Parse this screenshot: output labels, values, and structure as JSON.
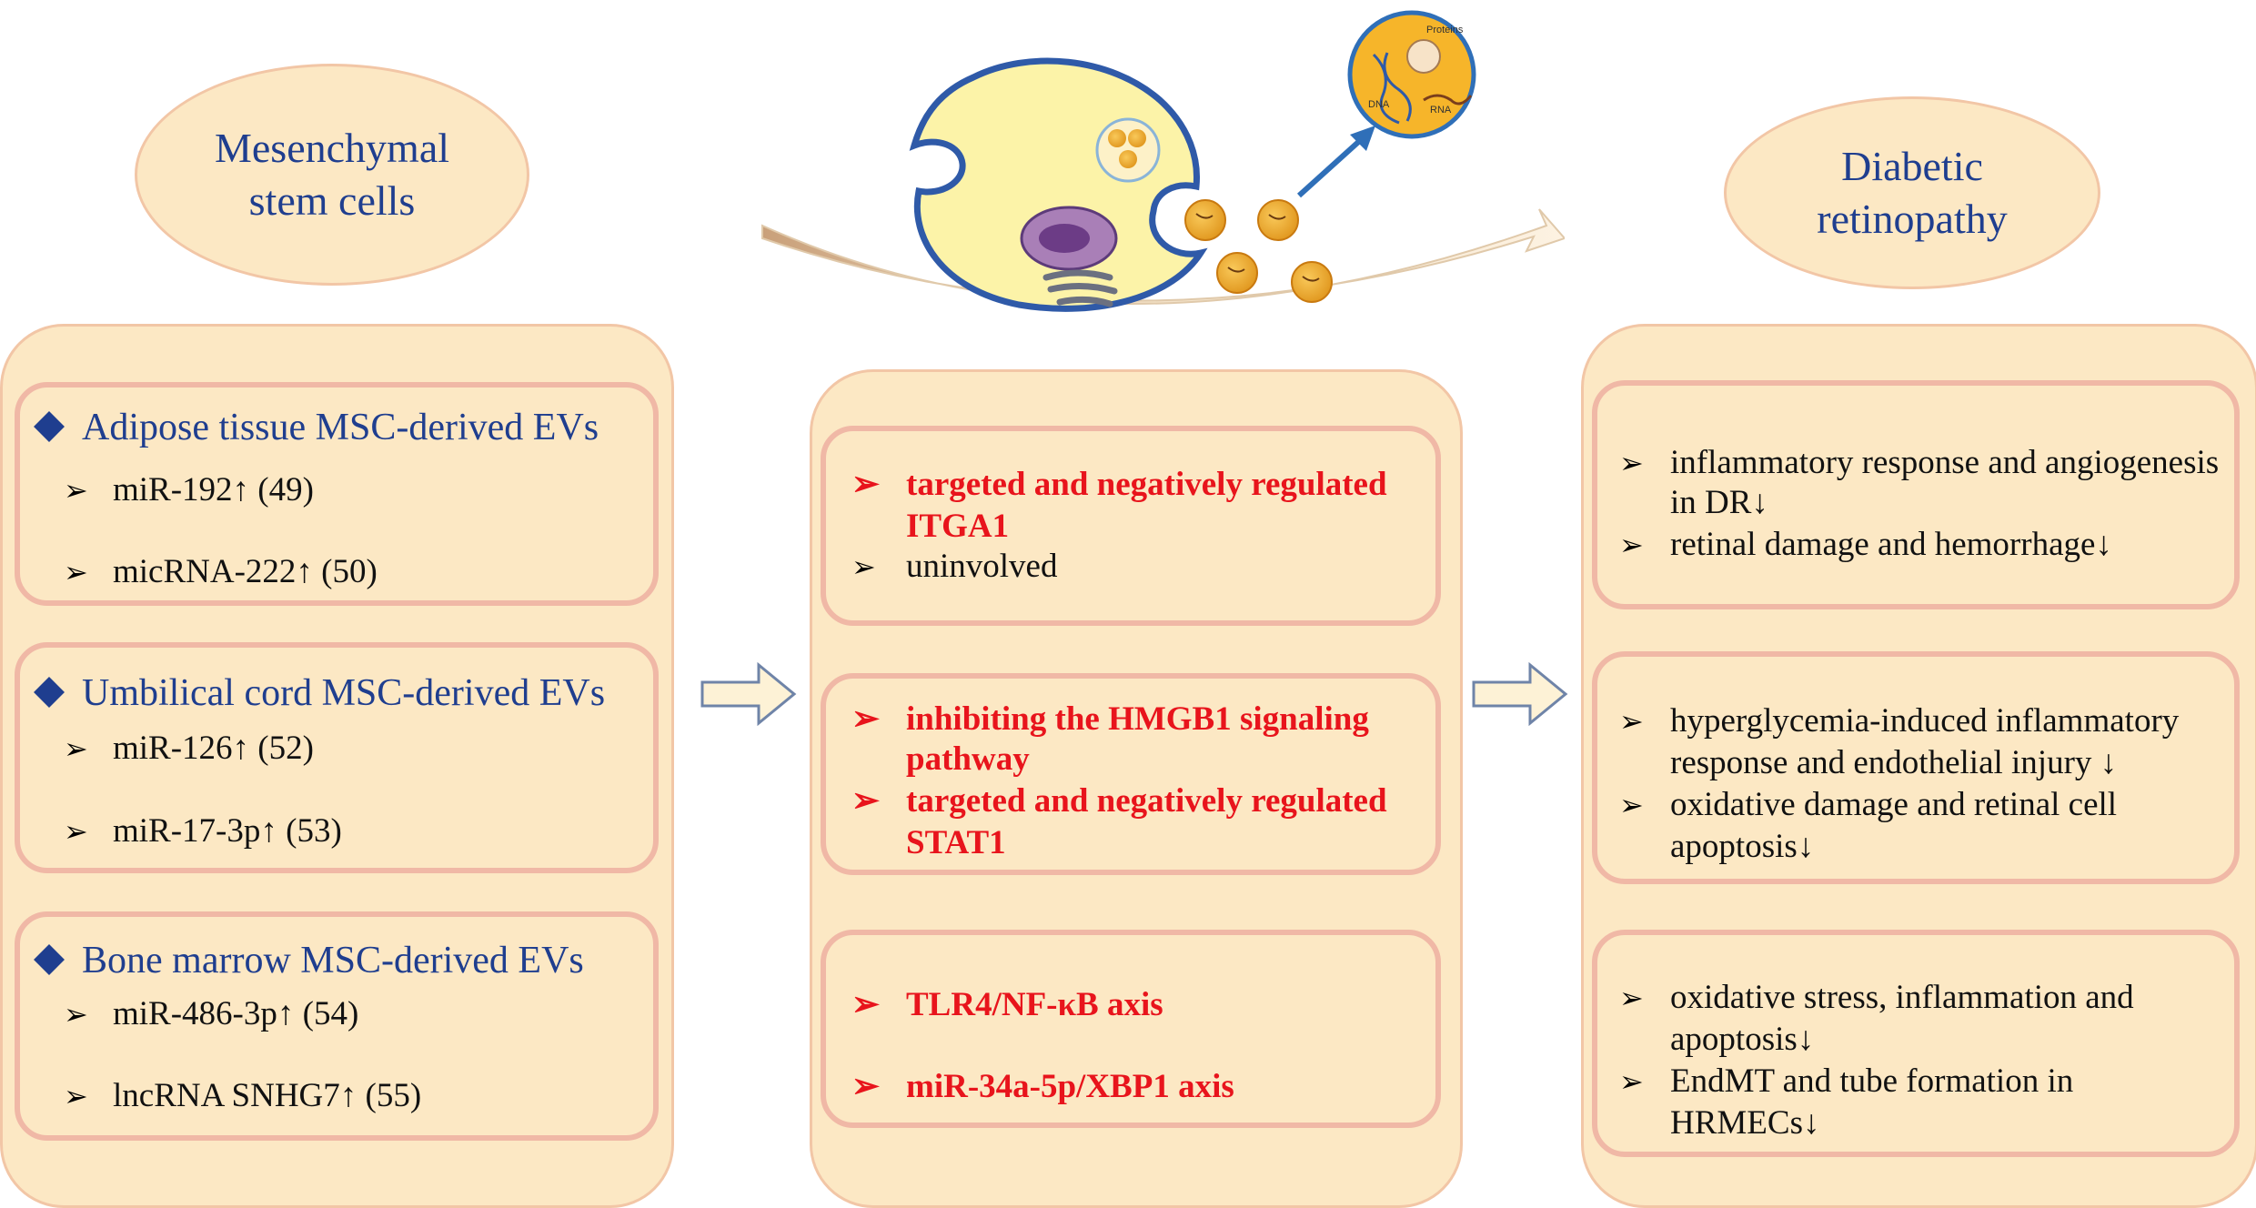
{
  "left": {
    "title": "Mesenchymal stem cells",
    "groups": [
      {
        "heading": "Adipose tissue MSC-derived  EVs",
        "items": [
          "miR-192↑ (49)",
          "micRNA-222↑ (50)"
        ]
      },
      {
        "heading": "Umbilical  cord MSC-derived  EVs",
        "items": [
          "miR-126↑ (52)",
          "miR-17-3p↑ (53)"
        ]
      },
      {
        "heading": "Bone marrow MSC-derived  EVs",
        "items": [
          "miR-486-3p↑ (54)",
          "lncRNA SNHG7↑ (55)"
        ]
      }
    ]
  },
  "middle": {
    "boxes": [
      {
        "lines": [
          {
            "text": "targeted and negatively regulated",
            "style": "red",
            "bullet": true
          },
          {
            "text": "ITGA1",
            "style": "red",
            "bullet": false
          },
          {
            "text": "uninvolved",
            "style": "black",
            "bullet": true
          }
        ]
      },
      {
        "lines": [
          {
            "text": "inhibiting the HMGB1 signaling",
            "style": "red",
            "bullet": true
          },
          {
            "text": "pathway",
            "style": "red",
            "bullet": false
          },
          {
            "text": "targeted and negatively regulated",
            "style": "red",
            "bullet": true
          },
          {
            "text": "STAT1",
            "style": "red",
            "bullet": false
          }
        ]
      },
      {
        "lines": [
          {
            "text": "TLR4/NF-κB axis",
            "style": "red",
            "bullet": true
          },
          {
            "text": "miR-34a-5p/XBP1 axis",
            "style": "red",
            "bullet": true
          }
        ]
      }
    ]
  },
  "right": {
    "title": "Diabetic retinopathy",
    "boxes": [
      {
        "lines": [
          {
            "text": "inflammatory  response and angiogenesis",
            "bullet": true
          },
          {
            "text": "in DR↓",
            "bullet": false
          },
          {
            "text": "retinal  damage and hemorrhage↓",
            "bullet": true
          }
        ]
      },
      {
        "lines": [
          {
            "text": "hyperglycemia-induced  inflammatory",
            "bullet": true
          },
          {
            "text": "response and endothelial  injury  ↓",
            "bullet": false
          },
          {
            "text": "oxidative damage and retinal  cell",
            "bullet": true
          },
          {
            "text": "apoptosis↓",
            "bullet": false
          }
        ]
      },
      {
        "lines": [
          {
            "text": "oxidative stress, inflammation  and",
            "bullet": true
          },
          {
            "text": "apoptosis↓",
            "bullet": false
          },
          {
            "text": "EndMT and tube formation in",
            "bullet": true
          },
          {
            "text": "HRMECs↓",
            "bullet": false
          }
        ]
      }
    ]
  },
  "illustration": {
    "inset_labels": [
      "Proteins",
      "DNA",
      "RNA"
    ]
  },
  "colors": {
    "heading_blue": "#1f3e8f",
    "highlight_red": "#e8141c",
    "panel_fill": "#fce8c4",
    "box_border": "#f0b8a6"
  },
  "icons": {
    "bullet": "➢",
    "diamond": "◆"
  }
}
